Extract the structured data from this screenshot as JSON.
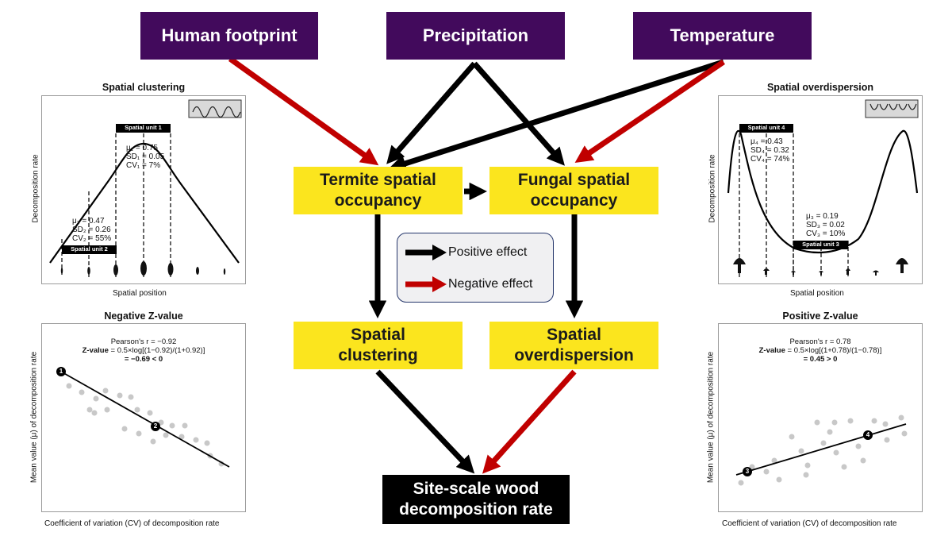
{
  "drivers": {
    "human": "Human footprint",
    "precipitation": "Precipitation",
    "temperature": "Temperature"
  },
  "mediators": {
    "termite_line1": "Termite spatial",
    "termite_line2": "occupancy",
    "fungal_line1": "Fungal spatial",
    "fungal_line2": "occupancy",
    "clustering_line1": "Spatial",
    "clustering_line2": "clustering",
    "overdisp_line1": "Spatial",
    "overdisp_line2": "overdispersion"
  },
  "outcome": {
    "line1": "Site-scale wood",
    "line2": "decomposition rate"
  },
  "legend": {
    "positive": "Positive effect",
    "negative": "Negative effect",
    "positive_color": "#000000",
    "negative_color": "#c00000"
  },
  "panels": {
    "clustering": {
      "title": "Spatial clustering",
      "xlabel": "Spatial position",
      "ylabel": "Decomposition rate",
      "unit1": "Spatial unit 1",
      "unit2": "Spatial unit 2",
      "u1_mu": "μ₁ = 0.75",
      "u1_sd": "SD₁ = 0.05",
      "u1_cv": "CV₁ = 7%",
      "u2_mu": "μ₂ = 0.47",
      "u2_sd": "SD₂ = 0.26",
      "u2_cv": "CV₂ = 55%",
      "icon": "termite-icon"
    },
    "overdispersion": {
      "title": "Spatial overdispersion",
      "xlabel": "Spatial position",
      "ylabel": "Decomposition rate",
      "unit4": "Spatial unit 4",
      "unit3": "Spatial unit 3",
      "u4_mu": "μ₄ = 0.43",
      "u4_sd": "SD₄ = 0.32",
      "u4_cv": "CV₄ = 74%",
      "u3_mu": "μ₃ = 0.19",
      "u3_sd": "SD₃ = 0.02",
      "u3_cv": "CV₃ = 10%",
      "icon": "mushroom-icon"
    },
    "negative_z": {
      "title": "Negative Z-value",
      "xlabel": "Coefficient of variation (CV) of decomposition rate",
      "ylabel": "Mean value (μ) of decomposition rate",
      "pearson": "Pearson's r = −0.92",
      "zlabel": "Z-value",
      "zformula": " = 0.5×log[(1−0.92)/(1+0.92)]",
      "zresult": "= −0.69 < 0",
      "point_a": "1",
      "point_b": "2"
    },
    "positive_z": {
      "title": "Positive Z-value",
      "xlabel": "Coefficient of variation (CV) of decomposition rate",
      "ylabel": "Mean value (μ) of decomposition rate",
      "pearson": "Pearson's r = 0.78",
      "zlabel": "Z-value",
      "zformula": " = 0.5×log[(1+0.78)/(1−0.78)]",
      "zresult": "= 0.45 > 0",
      "point_a": "3",
      "point_b": "4"
    }
  }
}
